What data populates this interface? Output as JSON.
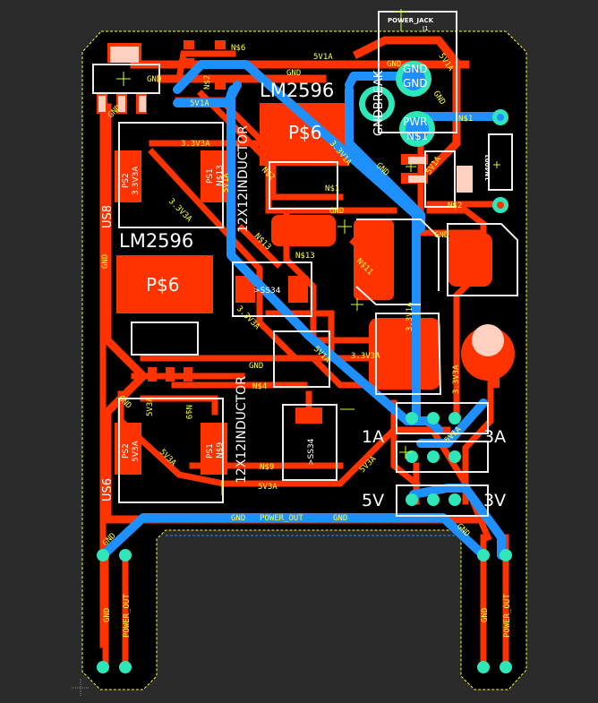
{
  "colors": {
    "background": "#2b2b2b",
    "board": "#000000",
    "top_copper": "#ff3300",
    "bottom_copper": "#1e90ff",
    "silkscreen": "#ffffff",
    "net_label": "#ffff33",
    "via": "#2ee6b8"
  },
  "components": {
    "lm2596_top": "LM2596",
    "lm2596_left": "LM2596",
    "pad_top": "P$6",
    "pad_left": "P$6",
    "us8": "US8",
    "us6": "US6",
    "inductor_top": "12X12INDUCTOR",
    "inductor_bottom": "12X12INDUCTOR",
    "ss34_top": ">SS34",
    "ss34_bottom": ">SS34",
    "power_jack": "POWER_JACK",
    "j1": "J1",
    "gndbreak": "GNDBREAK",
    "jack_gnd1": "GND",
    "jack_gnd2": "GND",
    "jack_pwr": "PWR",
    "jack_n1": "N$1",
    "ps2_top": "PS2",
    "ps2_top_net": "3.3V3A",
    "ps1_top": "PS1",
    "ps1_top_net": "N$13",
    "ps2_bot": "PS2",
    "ps2_bot_net": "5V3A",
    "ps1_bot": "PS1",
    "ps1_bot_net": "N$9",
    "diode_right": "1N4001"
  },
  "headers": {
    "h1": "1A",
    "h2": "3A",
    "h3": "5V",
    "h4": "3V"
  },
  "nets": {
    "n_5v1a_top": "5V1A",
    "n_gnd_top": "GND",
    "n_5v1a_left": "5V1A",
    "n_n6": "N$6",
    "n_n2_small": "N$2",
    "n_gnd_reg": "GND",
    "n_gnd_mid": "GND",
    "n_33v3a_a": "3.3V3A",
    "n_33v3a_b": "3.3V3A",
    "n_n2": "N$2",
    "n_n1": "N$1",
    "n_5v1a_v": "5V1A",
    "n_33v1a_diag": "3.3V1A",
    "n_gnd_diag": "GND",
    "n_n13": "N$13",
    "n_n13b": "N$13",
    "n_gnd_c": "GND",
    "n_n11": "N$11",
    "n_33v1a_v": "3.3V1A",
    "n_gnd_e": "GND",
    "n_33v3a_c": "3.3V3A",
    "n_5v1a_diag2": "5V1A",
    "n_33v3a_d": "3.3V3A",
    "n_gnd_f": "GND",
    "n_n4": "N$4",
    "n_5v3a_a": "5V3A",
    "n_n9": "N$9",
    "n_5v3a_b": "5V3A",
    "n_n9b": "N$9",
    "n_5v3a_c": "5V3A",
    "n_5v3a_d": "5V3A",
    "n_gnd_us8": "GND",
    "n_gnd_us6": "GND",
    "n_gnd_bot": "GND",
    "n_power_out": "POWER_OUT",
    "n_gnd_bot2": "GND",
    "n_gnd_rleg": "GND",
    "n_jack_5v1a": "5V1A",
    "n_jack_gnd": "GND",
    "n_jack_n1": "N$1",
    "n_jack_n2": "N$2",
    "n_jack_5v1a2": "5V1A",
    "n_jack_gnd2": "GND",
    "n_gnd_ll": "GND",
    "n_pout_ll": "POWER_OUT",
    "n_gnd_rl": "GND",
    "n_pout_rl": "POWER_OUT",
    "n_gnd_diag2": "GND",
    "n_5v1a_hdr": "5V1A",
    "n_33v3a_hdr": "3.3V3A"
  }
}
